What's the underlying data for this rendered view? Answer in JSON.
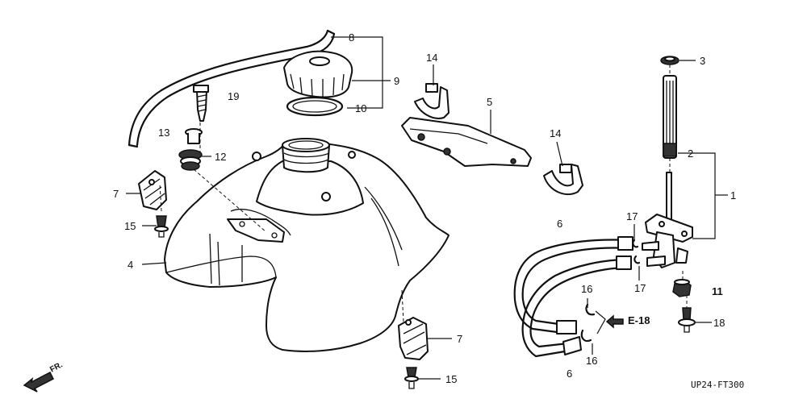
{
  "diagram": {
    "callouts": {
      "p1": "1",
      "p2": "2",
      "p3": "3",
      "p4": "4",
      "p5": "5",
      "p6a": "6",
      "p6b": "6",
      "p7a": "7",
      "p7b": "7",
      "p8": "8",
      "p9": "9",
      "p10": "10",
      "p11": "11",
      "p12": "12",
      "p13": "13",
      "p14a": "14",
      "p14b": "14",
      "p15a": "15",
      "p15b": "15",
      "p16a": "16",
      "p16b": "16",
      "p17a": "17",
      "p17b": "17",
      "p18": "18",
      "p19": "19"
    },
    "ref_label": "E-18",
    "direction_label": "FR.",
    "drawing_code": "UP24-FT300"
  },
  "colors": {
    "ink": "#111111",
    "background": "#ffffff"
  }
}
